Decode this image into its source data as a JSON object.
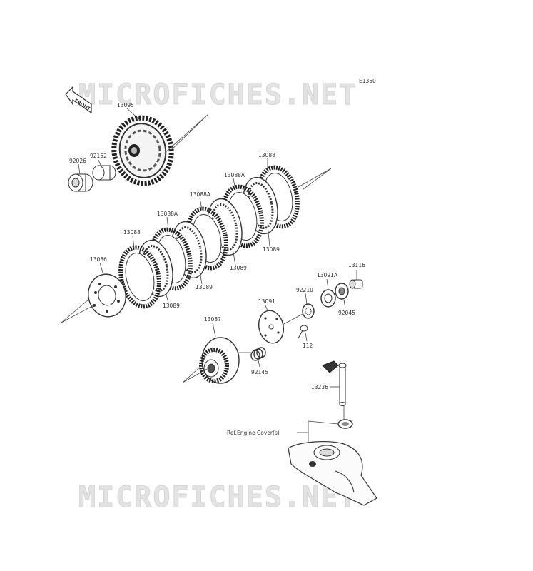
{
  "diagram": {
    "code": "E1350",
    "front_label": "FRONT",
    "reference_note": "Ref.Engine Cover(s)",
    "watermark": "MICROFICHES.NET",
    "part_labels": {
      "p13095": "13095",
      "p92152": "92152",
      "p92026": "92026",
      "p13088_top": "13088",
      "p13088A_1": "13088A",
      "p13088A_2": "13088A",
      "p13088A_3": "13088A",
      "p13088_left": "13088",
      "p13086": "13086",
      "p13089_1": "13089",
      "p13089_2": "13089",
      "p13089_3": "13089",
      "p13089_4": "13089",
      "p13116": "13116",
      "p13091A": "13091A",
      "p92210": "92210",
      "p92045": "92045",
      "p13091": "13091",
      "p13087": "13087",
      "p112": "112",
      "p92145": "92145",
      "p13236": "13236"
    }
  }
}
